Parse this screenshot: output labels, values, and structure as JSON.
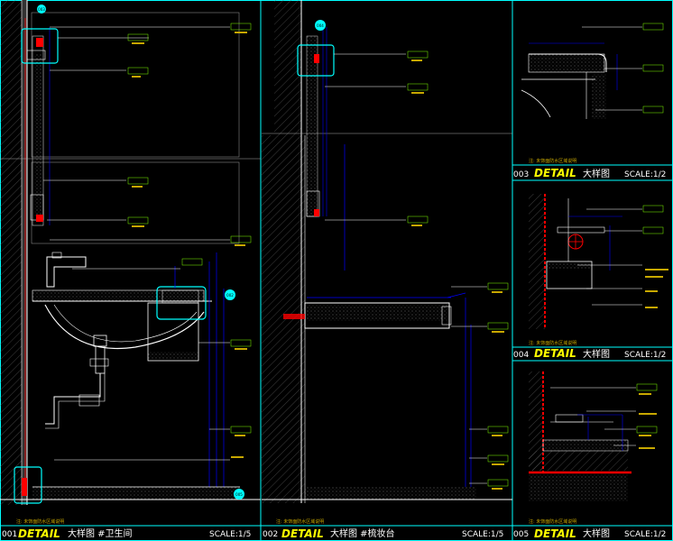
{
  "panels": [
    {
      "number": "001",
      "detail": "DETAIL",
      "name": "大样图 #卫生间",
      "scale": "SCALE:1/5",
      "note": "注: 未饰面防水区域说明"
    },
    {
      "number": "002",
      "detail": "DETAIL",
      "name": "大样图 #梳妆台",
      "scale": "SCALE:1/5",
      "note": "注: 未饰面防水区域说明"
    },
    {
      "number": "003",
      "detail": "DETAIL",
      "name": "大样图",
      "scale": "SCALE:1/2",
      "note": "注: 未饰面防水区域说明"
    },
    {
      "number": "004",
      "detail": "DETAIL",
      "name": "大样图",
      "scale": "SCALE:1/2",
      "note": "注: 未饰面防水区域说明"
    },
    {
      "number": "005",
      "detail": "DETAIL",
      "name": "大样图",
      "scale": "SCALE:1/2",
      "note": "注: 未饰面防水区域说明"
    }
  ],
  "callouts": {
    "c1": "002",
    "c2": "003",
    "c3": "004",
    "c4": "005"
  },
  "colors": {
    "frame": "#00ffff",
    "wall": "#ffffff",
    "dim": "#0000ff",
    "accent": "#ff0000",
    "text": "#ffff00"
  }
}
